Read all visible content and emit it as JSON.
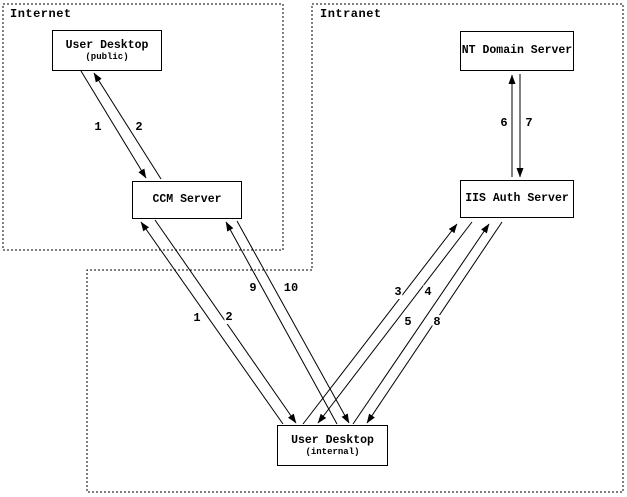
{
  "diagram": {
    "zones": [
      {
        "id": "internet",
        "label": "Internet"
      },
      {
        "id": "intranet",
        "label": "Intranet"
      }
    ],
    "nodes": [
      {
        "id": "user-desktop-public",
        "title": "User Desktop",
        "subtitle": "(public)",
        "zone": "Internet"
      },
      {
        "id": "ccm-server",
        "title": "CCM Server",
        "subtitle": "",
        "zone": "Internet"
      },
      {
        "id": "nt-domain-server",
        "title": "NT Domain Server",
        "subtitle": "",
        "zone": "Intranet"
      },
      {
        "id": "iis-auth-server",
        "title": "IIS Auth Server",
        "subtitle": "",
        "zone": "Intranet"
      },
      {
        "id": "user-desktop-internal",
        "title": "User Desktop",
        "subtitle": "(internal)",
        "zone": "Intranet"
      }
    ],
    "edges": [
      {
        "step": "1",
        "from": "user-desktop-public",
        "to": "ccm-server"
      },
      {
        "step": "2",
        "from": "ccm-server",
        "to": "user-desktop-public"
      },
      {
        "step": "6",
        "from": "iis-auth-server",
        "to": "nt-domain-server"
      },
      {
        "step": "7",
        "from": "nt-domain-server",
        "to": "iis-auth-server"
      },
      {
        "step": "1",
        "from": "user-desktop-internal",
        "to": "ccm-server"
      },
      {
        "step": "2",
        "from": "ccm-server",
        "to": "user-desktop-internal"
      },
      {
        "step": "9",
        "from": "user-desktop-internal",
        "to": "ccm-server"
      },
      {
        "step": "10",
        "from": "ccm-server",
        "to": "user-desktop-internal"
      },
      {
        "step": "3",
        "from": "user-desktop-internal",
        "to": "iis-auth-server"
      },
      {
        "step": "4",
        "from": "iis-auth-server",
        "to": "user-desktop-internal"
      },
      {
        "step": "5",
        "from": "user-desktop-internal",
        "to": "iis-auth-server"
      },
      {
        "step": "8",
        "from": "iis-auth-server",
        "to": "user-desktop-internal"
      }
    ],
    "colors": {
      "ink": "#000000",
      "background": "#ffffff"
    }
  }
}
